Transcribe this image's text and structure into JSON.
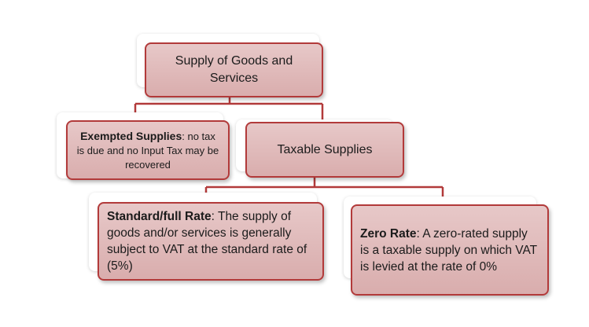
{
  "root": {
    "text": "Supply of Goods and Services"
  },
  "exempted": {
    "bold": "Exempted Supplies",
    "text": ": no tax is due and no Input Tax may be recovered"
  },
  "taxable": {
    "text": "Taxable Supplies"
  },
  "standard": {
    "bold": "Standard/full Rate",
    "text": ": The supply of goods and/or services is generally subject to VAT at the standard rate of (5%)"
  },
  "zero": {
    "bold": "Zero Rate",
    "text": ": A zero-rated supply is a taxable supply on which VAT is levied at the rate of 0%"
  },
  "colors": {
    "connector": "#b23a3a",
    "box_fill": "#ddb6b6",
    "box_border": "#b23a3a"
  }
}
